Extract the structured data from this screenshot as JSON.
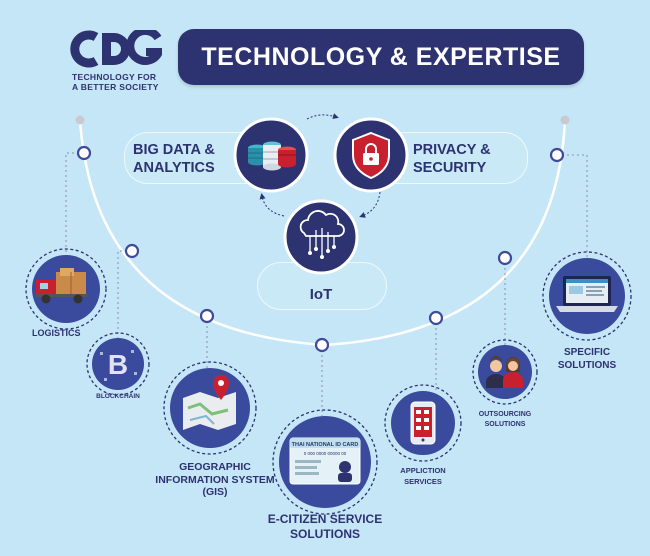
{
  "logo": {
    "brand": "CDG",
    "tagline_line1": "TECHNOLOGY FOR",
    "tagline_line2": "A BETTER SOCIETY"
  },
  "title": "TECHNOLOGY & EXPERTISE",
  "core": {
    "big_data_line1": "BIG DATA &",
    "big_data_line2": "ANALYTICS",
    "privacy_line1": "PRIVACY &",
    "privacy_line2": "SECURITY",
    "iot": "IoT"
  },
  "services": {
    "logistics": "LOGISTICS",
    "blockchain": "BLOCKCHAIN",
    "gis_line1": "GEOGRAPHIC",
    "gis_line2": "INFORMATION SYSTEM",
    "gis_line3": "(GIS)",
    "ecitizen_line1": "E-CITIZEN SERVICE",
    "ecitizen_line2": "SOLUTIONS",
    "app_line1": "APPLICTION",
    "app_line2": "SERVICES",
    "outsourcing_line1": "OUTSOURCING",
    "outsourcing_line2": "SOLUTIONS",
    "specific_line1": "SPECIFIC",
    "specific_line2": "SOLUTIONS"
  },
  "id_card": {
    "header": "THAI NATIONAL ID CARD",
    "number": "0 000 0000 00000 00"
  },
  "colors": {
    "background": "#c5e6f6",
    "navy": "#2d3271",
    "circle_fill": "#3a4a9c",
    "accent_red": "#c8202f",
    "connector": "#8a8fb0"
  },
  "icons": {
    "logistics": "truck-icon",
    "blockchain": "blockchain-b-icon",
    "gis": "map-pin-icon",
    "ecitizen": "id-card-icon",
    "app": "smartphone-icon",
    "outsourcing": "people-icon",
    "specific": "laptop-icon",
    "big_data": "database-icon",
    "privacy": "shield-lock-icon",
    "iot": "cloud-circuit-icon"
  }
}
